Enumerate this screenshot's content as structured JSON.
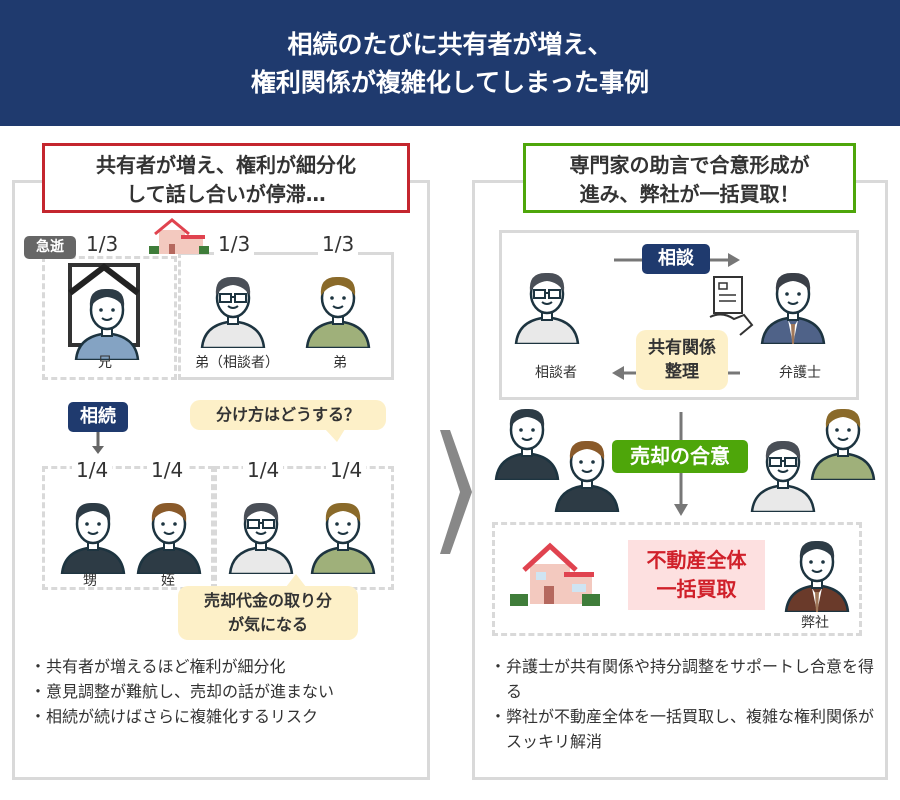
{
  "header": {
    "title_line1": "相続のたびに共有者が増え、",
    "title_line2": "権利関係が複雑化してしまった事例"
  },
  "left": {
    "title_line1": "共有者が増え、権利が細分化",
    "title_line2": "して話し合いが停滞…",
    "sudden_death_badge": "急逝",
    "shares_gen1": [
      "1/3",
      "1/3",
      "1/3"
    ],
    "people_gen1": [
      "兄",
      "弟（相談者）",
      "弟"
    ],
    "inheritance_badge": "相続",
    "bubble_top": "分け方はどうする？",
    "shares_gen2": [
      "1/4",
      "1/4",
      "1/4",
      "1/4"
    ],
    "people_gen2": [
      "甥",
      "姪"
    ],
    "bubble_bottom_line1": "売却代金の取り分",
    "bubble_bottom_line2": "が気になる",
    "bullets": [
      "・共有者が増えるほど権利が細分化",
      "・意見調整が難航し、売却の話が進まない",
      "・相続が続けばさらに複雑化するリスク"
    ]
  },
  "right": {
    "title_line1": "専門家の助言で合意形成が",
    "title_line2": "進み、弊社が一括買取！",
    "consult_badge": "相談",
    "consultant_label": "相談者",
    "lawyer_label": "弁護士",
    "arrange_line1": "共有関係",
    "arrange_line2": "整理",
    "agreement_badge": "売却の合意",
    "purchase_line1": "不動産全体",
    "purchase_line2": "一括買取",
    "company_label": "弊社",
    "bullets": [
      "・弁護士が共有関係や持分調整をサポートし合意を得る",
      "・弊社が不動産全体を一括買取し、複雑な権利関係がスッキリ解消"
    ]
  },
  "colors": {
    "navy": "#1f3a6e",
    "red": "#c4262e",
    "green": "#4ea60a",
    "cream": "#fdf0c8",
    "pink": "#fde0e0"
  }
}
